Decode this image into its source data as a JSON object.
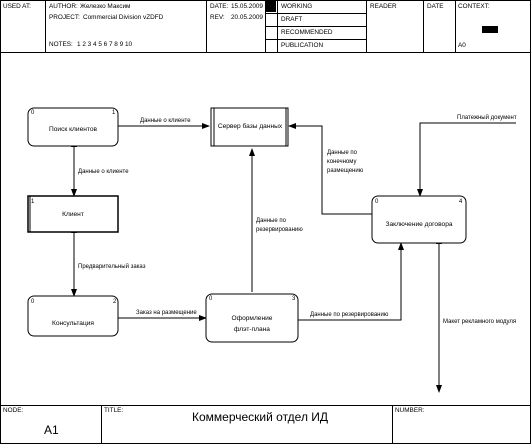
{
  "header": {
    "used_at_label": "USED AT:",
    "author_label": "AUTHOR:",
    "author_value": "Железко Максим",
    "project_label": "PROJECT:",
    "project_value": "Commercial Division vZDFD",
    "date_label": "DATE:",
    "date_value": "15.05.2009",
    "rev_label": "REV:",
    "rev_value": "20.05.2009",
    "notes_label": "NOTES:",
    "notes_value": "1  2  3  4  5  6  7  8  9  10",
    "status_items": [
      "WORKING",
      "DRAFT",
      "RECOMMENDED",
      "PUBLICATION"
    ],
    "reader_label": "READER",
    "date2_label": "DATE",
    "context_label": "CONTEXT:",
    "context_node": "A0"
  },
  "diagram": {
    "boxes": {
      "search": {
        "title": "Поиск клиентов",
        "id": "0",
        "num": "1"
      },
      "server": {
        "title": "Сервер базы данных"
      },
      "client": {
        "title": "Клиент",
        "num": "1"
      },
      "consult": {
        "title": "Консультация",
        "id": "0",
        "num": "2"
      },
      "flight": {
        "line1": "Оформление",
        "line2": "флэт-плана",
        "id": "0",
        "num": "3"
      },
      "contract": {
        "title": "Заключение договора",
        "id": "0",
        "num": "4"
      }
    },
    "labels": {
      "client_data_top": "Данные о клиенте",
      "client_data_side": "Данные о клиенте",
      "preorder": "Предварительный заказ",
      "order_placement": "Заказ на размещение",
      "reservation_data_bottom": "Данные по резервированию",
      "reservation_data_vert_1": "Данные по",
      "reservation_data_vert_2": "резервированию",
      "final_placement_1": "Данные по",
      "final_placement_2": "конечному",
      "final_placement_3": "размещению",
      "payment_doc": "Платежный документ",
      "ad_layout": "Макет рекламного модуля"
    }
  },
  "footer": {
    "node_label": "NODE:",
    "node_value": "A1",
    "title_label": "TITLE:",
    "title_value": "Коммерческий отдел ИД",
    "number_label": "NUMBER:"
  }
}
